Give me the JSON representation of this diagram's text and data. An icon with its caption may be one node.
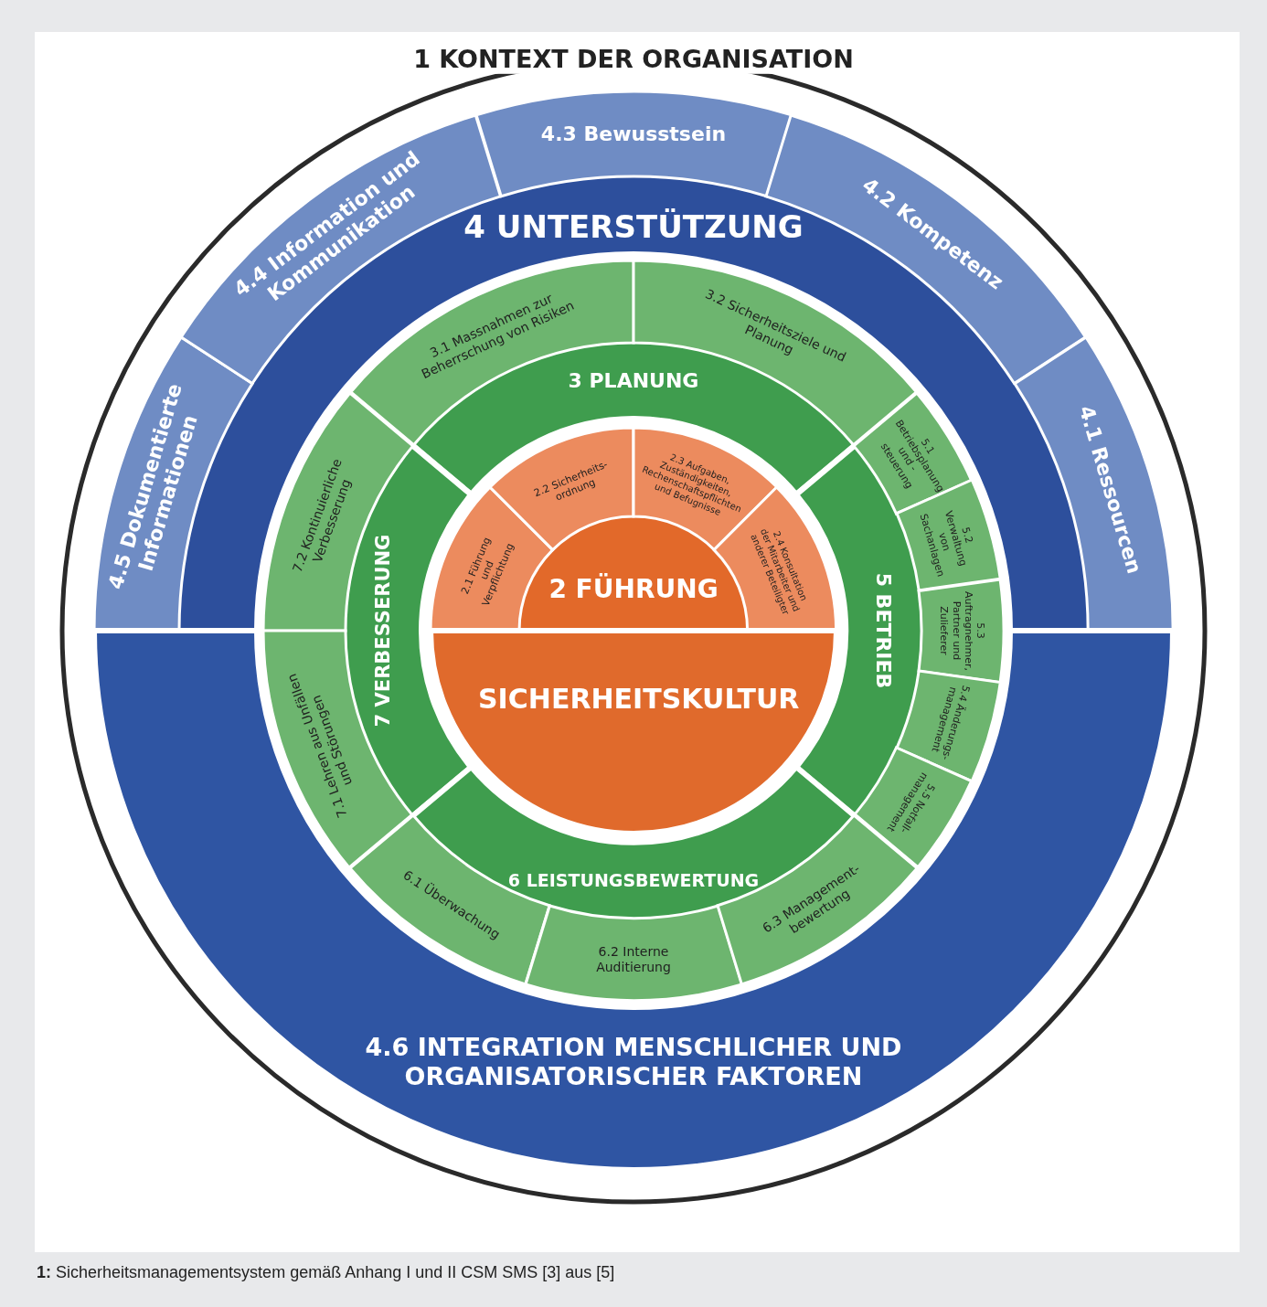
{
  "diagram": {
    "caption": "**1:** Sicherheitsmanagementsystem gemäß Anhang I und II CSM SMS [3] aus [5]",
    "nodes": [
      {
        "text": [
          "1 KONTEXT DER ORGANISATION"
        ]
      },
      {
        "text": [
          "4 UNTERSTÜTZUNG"
        ],
        "in": 0
      },
      {
        "text": [
          "4.5 Dokumentierte Informationen"
        ],
        "in": 1
      },
      {
        "text": [
          "4.4 Information und Kommunikation"
        ],
        "in": 1
      },
      {
        "text": [
          "4.3 Bewusstsein"
        ],
        "in": 1
      },
      {
        "text": [
          "4.2 Kompetenz"
        ],
        "in": 1
      },
      {
        "text": [
          "4.1 Ressourcen"
        ],
        "in": 1
      },
      {
        "text": [
          "3 PLANUNG"
        ],
        "in": 0
      },
      {
        "text": [
          "3.1 Massnahmen zur Beherrschung von Risiken"
        ],
        "in": 7
      },
      {
        "text": [
          "3.2 Sicherheitsziele und Planung"
        ],
        "in": 7
      },
      {
        "text": [
          "7 VERBESSERUNG"
        ],
        "in": 0
      },
      {
        "text": [
          "7.2 Kontinuierliche Verbesserung"
        ],
        "in": 10
      },
      {
        "text": [
          "7.1 Lehren aus Unfällen und Störungen"
        ],
        "in": 10
      },
      {
        "text": [
          "5 BETRIEB"
        ],
        "in": 0
      },
      {
        "text": [
          "5.1 Betriebsplanung und -steuerung"
        ],
        "in": 13
      },
      {
        "text": [
          "5.2 Verwaltung von Sachanlagen"
        ],
        "in": 13
      },
      {
        "text": [
          "5.3 Auftragnehmer, Partner und Zulieferer"
        ],
        "in": 13
      },
      {
        "text": [
          "5.4 Änderungs-management"
        ],
        "in": 13
      },
      {
        "text": [
          "5.5 Notfall-management"
        ],
        "in": 13
      },
      {
        "text": [
          "6 LEISTUNGSBEWERTUNG"
        ],
        "in": 0
      },
      {
        "text": [
          "6.1 Überwachung"
        ],
        "in": 19
      },
      {
        "text": [
          "6.2 Interne Auditierung"
        ],
        "in": 19
      },
      {
        "text": [
          "6.3 Management-bewertung"
        ],
        "in": 19
      },
      {
        "text": [
          "2 FÜHRUNG"
        ],
        "in": 0
      },
      {
        "text": [
          "2.1 Führung und Verpflichtung"
        ],
        "in": 23
      },
      {
        "text": [
          "2.2 Sicherheits-ordnung"
        ],
        "in": 23
      },
      {
        "text": [
          "2.3 Aufgaben, Zuständigkeiten, Rechenschaftspflichten und Befugnisse"
        ],
        "in": 23
      },
      {
        "text": [
          "2.4 Konsultation der Mitarbeiter und anderer Beteiligter"
        ],
        "in": 23
      },
      {
        "text": [
          "SICHERHEITSKULTUR"
        ],
        "in": 0
      },
      {
        "text": [
          "4.6 INTEGRATION MENSCHLICHER UND ORGANISATORISCHER FAKTOREN"
        ],
        "in": 0
      }
    ]
  }
}
